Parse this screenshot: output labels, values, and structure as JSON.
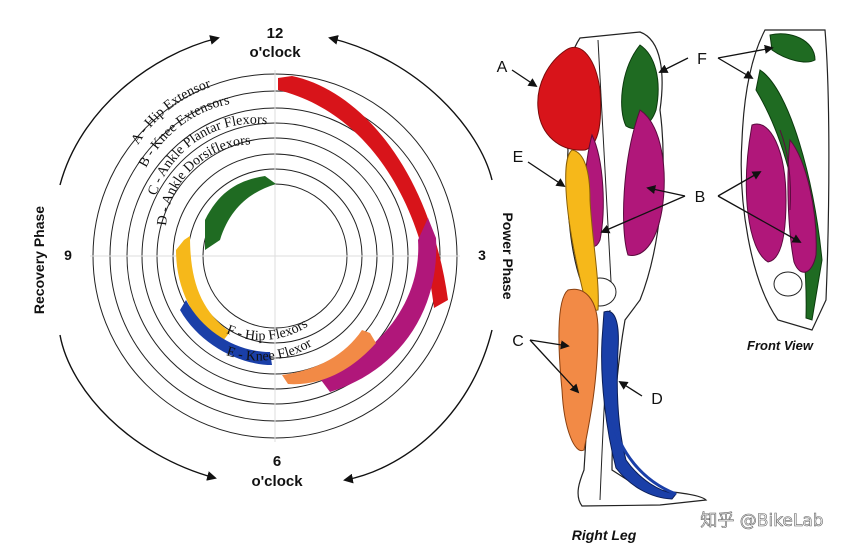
{
  "wheel": {
    "top_number": "12",
    "top_word": "o'clock",
    "bottom_number": "6",
    "bottom_word": "o'clock",
    "left_number": "9",
    "right_number": "3",
    "left_phase": "Recovery Phase",
    "right_phase": "Power Phase"
  },
  "muscle_groups": [
    {
      "key": "A",
      "label": "A - Hip Extensor",
      "color": "#d8141a"
    },
    {
      "key": "B",
      "label": "B - Knee Extensors",
      "color": "#b0177a"
    },
    {
      "key": "C",
      "label": "C - Ankle Plantar Flexors",
      "color": "#f28a46"
    },
    {
      "key": "D",
      "label": "D - Ankle Dorsiflexors",
      "color": "#1a3fa8"
    },
    {
      "key": "E",
      "label": "E - Knee Flexor",
      "color": "#f6b81a"
    },
    {
      "key": "F",
      "label": "F - Hip Flexors",
      "color": "#1f6b22"
    }
  ],
  "leg": {
    "letters": [
      "A",
      "B",
      "C",
      "D",
      "E",
      "F"
    ],
    "caption_right_leg": "Right Leg",
    "caption_front_view": "Front View"
  },
  "watermark": "知乎 @BikeLab"
}
